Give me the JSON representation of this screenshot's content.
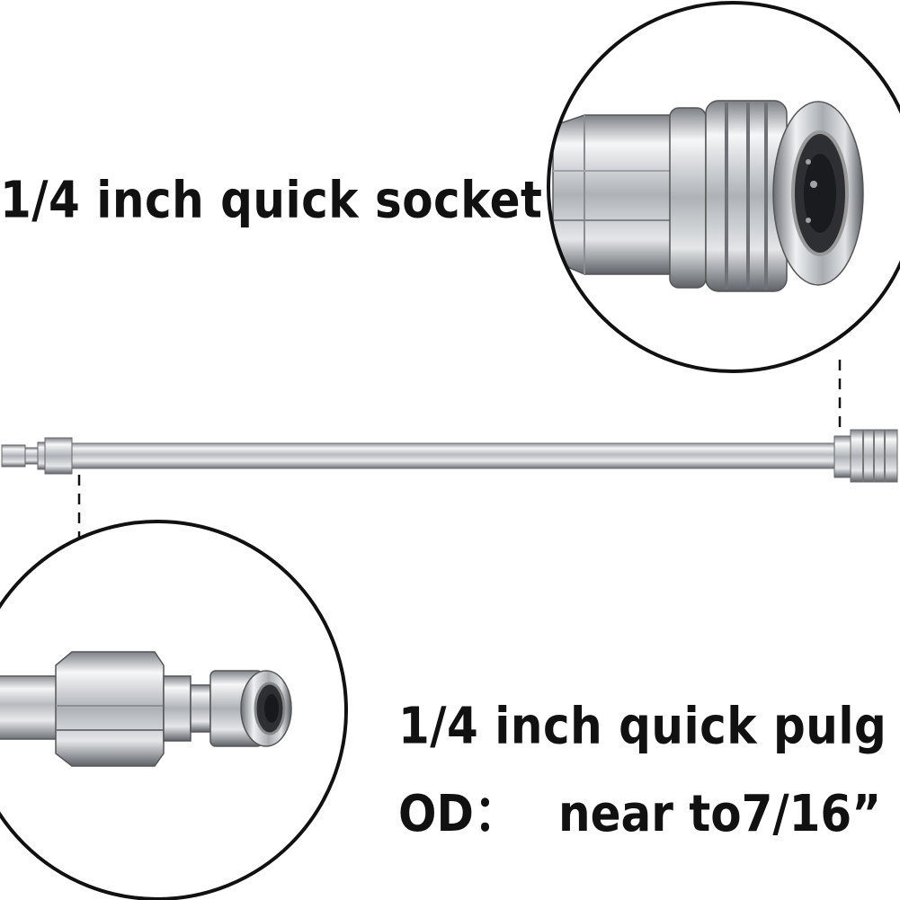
{
  "socket": {
    "label": "1/4 inch quick socket"
  },
  "plug": {
    "label": "1/4 inch quick pulg",
    "od_label": "OD：",
    "od_value": "near to7/16”"
  },
  "colors": {
    "background": "#ffffff",
    "text": "#111111",
    "steel": "#c9ccd0",
    "outline": "#000000"
  }
}
